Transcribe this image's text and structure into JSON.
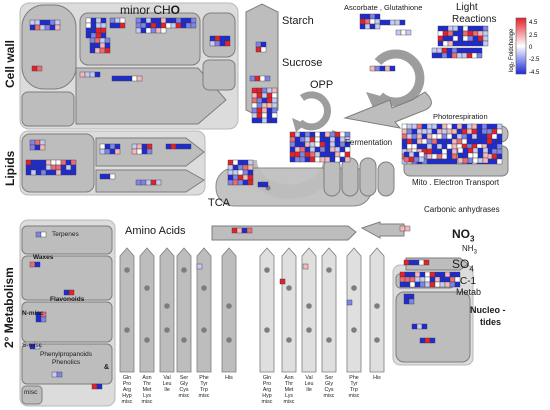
{
  "labels": {
    "minor_cho_1": "minor  CH",
    "minor_cho_2": "O",
    "cell_wall": "Cell wall",
    "lipids": "Lipids",
    "starch": "Starch",
    "sucrose": "Sucrose",
    "asc_glut": "Ascorbate , Glutathione",
    "light_1": "Light",
    "light_2": "Reactions",
    "opp": "OPP",
    "fermentation": "Fermentation",
    "photoresp": "Photorespiration",
    "mito": "Mito . Electron  Transport",
    "tca": "TCA",
    "carbonic": "Carbonic  anhydrases",
    "amino_acids": "Amino  Acids",
    "secondary_metab": "2° Metabolism",
    "waxes": "Waxes",
    "terpenes": "Terpenes",
    "flavonoids": "Flavonoids",
    "n_misc": "N-misc",
    "s_misc": "S-misc",
    "phenyl": "Phenylpropanoids",
    "amp": "&",
    "phenolics": "Phenolics",
    "misc": "misc",
    "no3": "NO",
    "no3_sub": "3",
    "nh3": "NH",
    "nh3_sub": "3",
    "so4": "SO",
    "so4_sub": "4",
    "c1": "C-1",
    "metab": "Metab",
    "nucleo": "Nucleo -",
    "tides": "tides"
  },
  "amino_acid_groups": [
    [
      "Gln",
      "Pro",
      "Arg",
      "Hyp",
      "misc"
    ],
    [
      "Asn",
      "Thr",
      "Met",
      "Lys",
      "misc"
    ],
    [
      "Val",
      "Leu",
      "Ile"
    ],
    [
      "Ser",
      "Gly",
      "Cys",
      "misc"
    ],
    [
      "Phe",
      "Tyr",
      "Trp",
      "misc"
    ],
    [
      "His"
    ],
    [
      "Gln",
      "Pro",
      "Arg",
      "Hyp",
      "misc"
    ],
    [
      "Asn",
      "Thr",
      "Met",
      "Lys",
      "misc"
    ],
    [
      "Val",
      "Leu",
      "Ile"
    ],
    [
      "Ser",
      "Gly",
      "Cys",
      "misc"
    ],
    [
      "Phe",
      "Tyr",
      "Trp",
      "misc"
    ],
    [
      "His"
    ]
  ],
  "legend": {
    "title": "log₂ Foldchange",
    "ticks": [
      "4.5",
      "2.5",
      "0",
      "-2.5",
      "-4.5"
    ],
    "colors": {
      "high": "#e8202a",
      "mid": "#ffffff",
      "low": "#1c2ad8"
    }
  },
  "colors": {
    "block_fill": "#bdbdbd",
    "panel_fill": "#dcdcdc",
    "block_stroke": "#7d7d7d",
    "up": "#e8202a",
    "down": "#1c2ad8"
  }
}
